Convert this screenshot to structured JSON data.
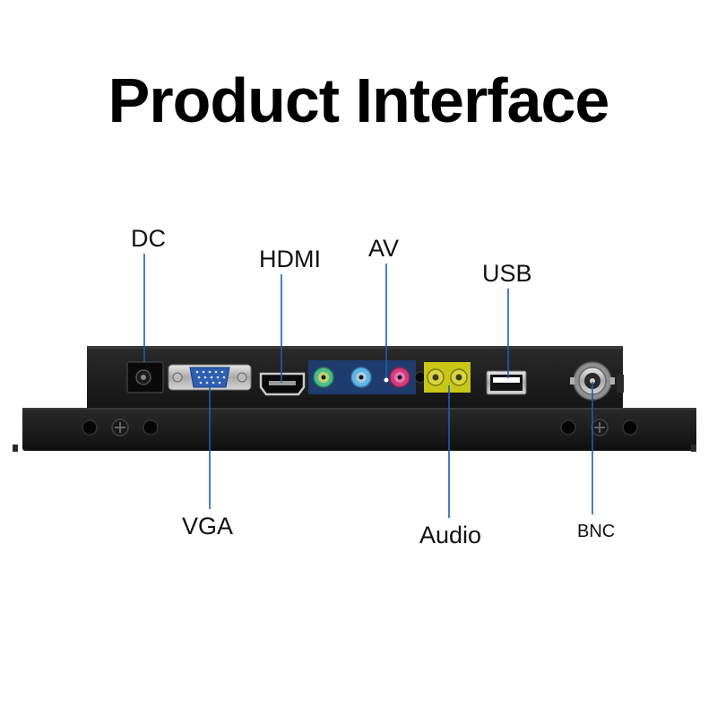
{
  "title": "Product Interface",
  "ports": {
    "dc": "DC",
    "hdmi": "HDMI",
    "av": "AV",
    "usb": "USB",
    "vga": "VGA",
    "audio": "Audio",
    "bnc": "BNC"
  },
  "colors": {
    "leader_line": "#1a5fb4",
    "vga_connector": "#2f5fb0",
    "av_panel": "#1f3c6e",
    "audio_panel": "#c8c619",
    "case": "#1b1b1b"
  }
}
